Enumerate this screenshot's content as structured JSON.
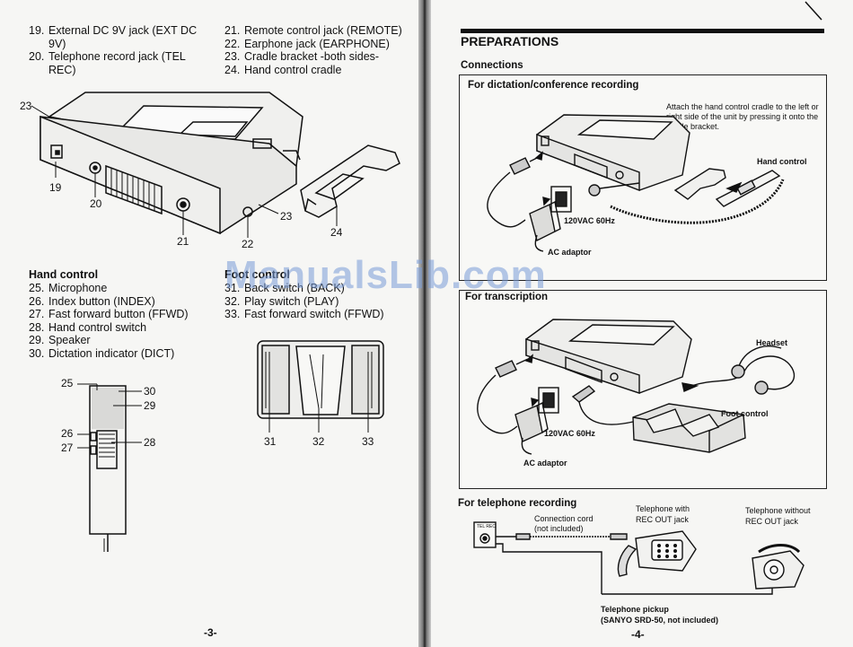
{
  "left_page": {
    "list_top_left": [
      {
        "num": "19.",
        "text": "External DC 9V jack (EXT DC 9V)"
      },
      {
        "num": "20.",
        "text": "Telephone record jack (TEL REC)"
      }
    ],
    "list_top_right": [
      {
        "num": "21.",
        "text": "Remote control jack (REMOTE)"
      },
      {
        "num": "22.",
        "text": "Earphone jack (EARPHONE)"
      },
      {
        "num": "23.",
        "text": "Cradle bracket -both sides-"
      },
      {
        "num": "24.",
        "text": "Hand control cradle"
      }
    ],
    "unit_callouts": {
      "c23": "23",
      "c19": "19",
      "c20": "20",
      "c21": "21",
      "c22": "22",
      "c23b": "23",
      "c24": "24"
    },
    "hand_control_header": "Hand control",
    "hand_control_list": [
      {
        "num": "25.",
        "text": "Microphone"
      },
      {
        "num": "26.",
        "text": "Index button (INDEX)"
      },
      {
        "num": "27.",
        "text": "Fast forward button (FFWD)"
      },
      {
        "num": "28.",
        "text": "Hand control switch"
      },
      {
        "num": "29.",
        "text": "Speaker"
      },
      {
        "num": "30.",
        "text": "Dictation indicator (DICT)"
      }
    ],
    "foot_control_header": "Foot control",
    "foot_control_list": [
      {
        "num": "31.",
        "text": "Back switch (BACK)"
      },
      {
        "num": "32.",
        "text": "Play switch (PLAY)"
      },
      {
        "num": "33.",
        "text": "Fast forward switch (FFWD)"
      }
    ],
    "hand_callouts": {
      "c25": "25",
      "c30": "30",
      "c29": "29",
      "c26": "26",
      "c28": "28",
      "c27": "27"
    },
    "foot_callouts": {
      "c31": "31",
      "c32": "32",
      "c33": "33"
    },
    "page_number": "-3-"
  },
  "right_page": {
    "section_title": "PREPARATIONS",
    "connections_label": "Connections",
    "dictation_box": {
      "title": "For dictation/conference recording",
      "note": "Attach the hand control cradle to the left or right side of the unit by pressing it onto the cradle bracket.",
      "hand_control_label": "Hand control",
      "ac_spec": "120VAC 60Hz",
      "ac_adaptor": "AC adaptor"
    },
    "transcription_box": {
      "title": "For transcription",
      "headset_label": "Headset",
      "foot_control_label": "Foot control",
      "ac_spec": "120VAC 60Hz",
      "ac_adaptor": "AC adaptor"
    },
    "telephone": {
      "title": "For telephone recording",
      "tel_rec_label": "TEL REC",
      "cord_label_1": "Connection cord",
      "cord_label_2": "(not included)",
      "with_label_1": "Telephone with",
      "with_label_2": "REC OUT jack",
      "without_label_1": "Telephone without",
      "without_label_2": "REC OUT jack",
      "pickup_label_1": "Telephone pickup",
      "pickup_label_2": "(SANYO SRD-50, not included)"
    },
    "page_number": "-4-"
  },
  "watermark": "ManualsLib.com"
}
